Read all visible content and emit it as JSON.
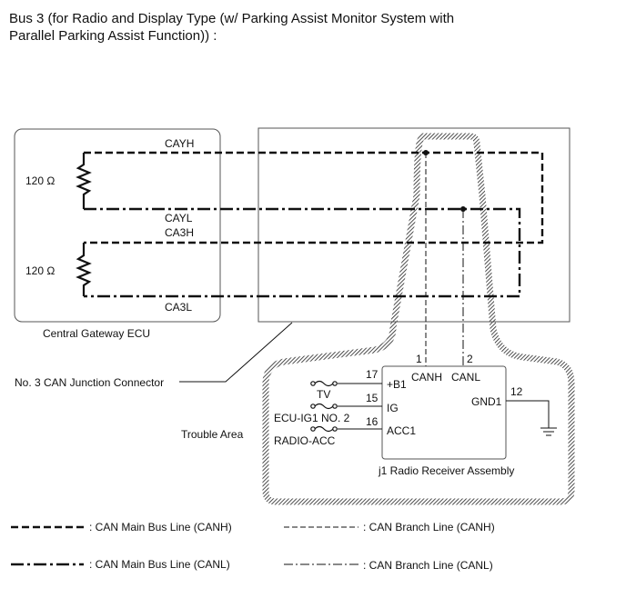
{
  "title_line1": "Bus 3 (for Radio and Display Type (w/ Parking Assist Monitor System with",
  "title_line2": "Parallel Parking Assist Function)) :",
  "gateway": {
    "name": "Central Gateway ECU",
    "pins": {
      "cayh": "CAYH",
      "cayl": "CAYL",
      "ca3h": "CA3H",
      "ca3l": "CA3L"
    },
    "resistor1": "120 Ω",
    "resistor2": "120 Ω"
  },
  "junction_connector": "No. 3 CAN Junction Connector",
  "trouble_area": "Trouble Area",
  "radio": {
    "name": "j1  Radio Receiver Assembly",
    "pins": [
      {
        "num": "1",
        "name": "CANH"
      },
      {
        "num": "2",
        "name": "CANL"
      },
      {
        "num": "17",
        "name": "+B1"
      },
      {
        "num": "15",
        "name": "IG"
      },
      {
        "num": "16",
        "name": "ACC1"
      },
      {
        "num": "12",
        "name": "GND1"
      }
    ],
    "fuses": [
      "TV",
      "ECU-IG1 NO. 2",
      "RADIO-ACC"
    ]
  },
  "legend": [
    {
      "style": "main-canh",
      "label": ": CAN Main Bus Line (CANH)"
    },
    {
      "style": "branch-canh",
      "label": ": CAN Branch Line (CANH)"
    },
    {
      "style": "main-canl",
      "label": ": CAN Main Bus Line (CANL)"
    },
    {
      "style": "branch-canl",
      "label": ": CAN Branch Line (CANL)"
    }
  ]
}
